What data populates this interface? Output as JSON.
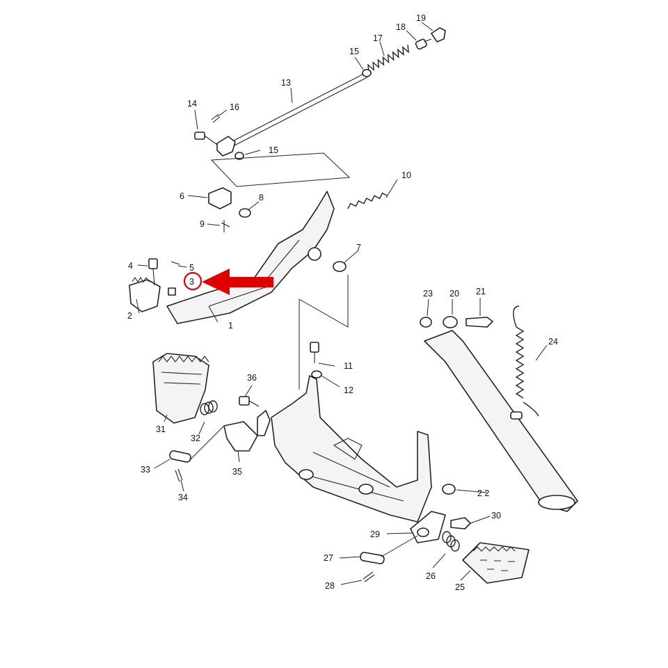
{
  "callouts": {
    "c1": "1",
    "c2": "2",
    "c3": "3",
    "c4": "4",
    "c5": "5",
    "c6": "6",
    "c7": "7",
    "c8": "8",
    "c9": "9",
    "c10": "10",
    "c11": "11",
    "c12": "12",
    "c13": "13",
    "c14": "14",
    "c15a": "15",
    "c15b": "15",
    "c16": "16",
    "c17": "17",
    "c18": "18",
    "c19": "19",
    "c20": "20",
    "c21": "21",
    "c22": "2 2",
    "c23": "23",
    "c24": "24",
    "c25": "25",
    "c26": "26",
    "c27": "27",
    "c28": "28",
    "c29": "29",
    "c30": "30",
    "c31": "31",
    "c32": "32",
    "c33": "33",
    "c34": "34",
    "c35": "35",
    "c36": "36"
  },
  "highlight": {
    "part": "3",
    "color": "#e00000"
  }
}
